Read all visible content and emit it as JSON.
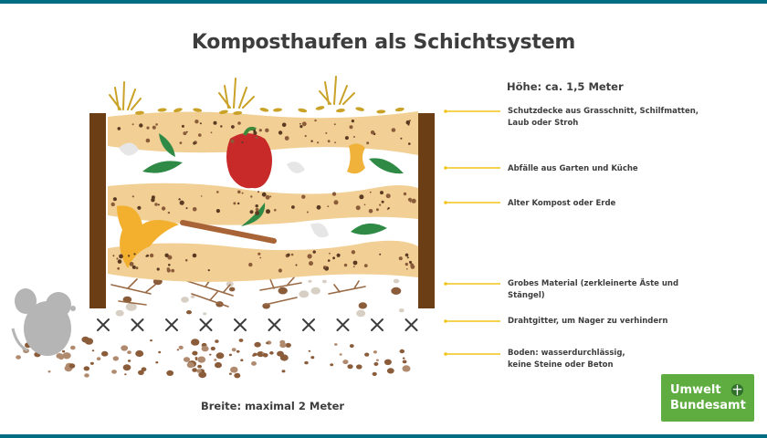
{
  "title": "Komposthaufen als Schichtsystem",
  "height_label": "Höhe: ca. 1,5 Meter",
  "width_label": "Breite: maximal 2 Meter",
  "layers": [
    {
      "lines": [
        "Schutzdecke aus Grasschnitt, Schilfmatten,",
        "Laub oder Stroh"
      ]
    },
    {
      "lines": [
        "Abfälle aus Garten und Küche"
      ]
    },
    {
      "lines": [
        "Alter Kompost oder Erde"
      ]
    },
    {
      "lines": [
        "Grobes Material (zerkleinerte Äste und Stängel)"
      ]
    },
    {
      "lines": [
        "Drahtgitter, um Nager zu verhindern"
      ]
    },
    {
      "lines": [
        "Boden: wasserdurchlässig,",
        "keine Steine oder Beton"
      ]
    }
  ],
  "logo": {
    "line1": "Umwelt",
    "line2": "Bundesamt"
  },
  "colors": {
    "brand_green": "#5fad41",
    "accent_yellow": "#f0c419",
    "wood": "#6b3e16",
    "compost": "#f2cf94",
    "soil_dots": "#8a5c3a",
    "frame_teal": "#006e82"
  }
}
